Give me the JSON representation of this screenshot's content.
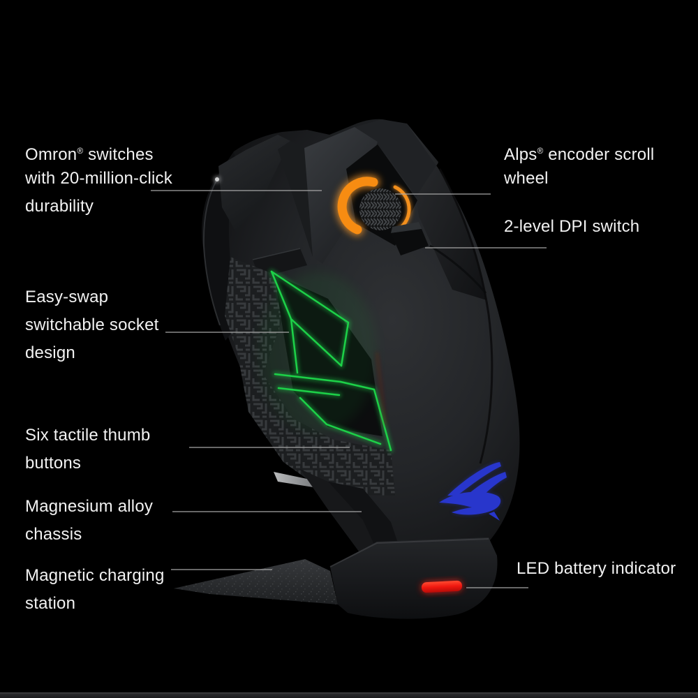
{
  "image_type": "product-feature-callout-diagram",
  "subject": "wireless gaming mouse on magnetic charging station",
  "colors": {
    "background": "#000000",
    "label_text": "#f2f2f2",
    "leader_line": "#a6a6a6",
    "scroll_wheel_orange": "#f78c12",
    "thumb_button_green": "#1dd148",
    "rog_logo_blue": "#2836cc",
    "battery_led_red": "#ee1a12",
    "mouse_body_gray": "#26282b"
  },
  "callouts": {
    "omron": {
      "l1_pre": "Omron",
      "l1_reg": "®",
      "l1_post": " switches",
      "l2": "with 20-million-click",
      "l3": "durability"
    },
    "alps": {
      "l1_pre": "Alps",
      "l1_reg": "®",
      "l1_post": " encoder scroll",
      "l2": "wheel"
    },
    "dpi": {
      "l1": "2-level DPI switch"
    },
    "easyswap": {
      "l1": "Easy-swap",
      "l2": "switchable socket",
      "l3": "design"
    },
    "thumb": {
      "l1": "Six tactile thumb",
      "l2": "buttons"
    },
    "magnesium": {
      "l1": "Magnesium alloy",
      "l2": "chassis"
    },
    "magnetic": {
      "l1": "Magnetic charging",
      "l2": "station"
    },
    "led": {
      "l1": "LED battery indicator"
    }
  }
}
